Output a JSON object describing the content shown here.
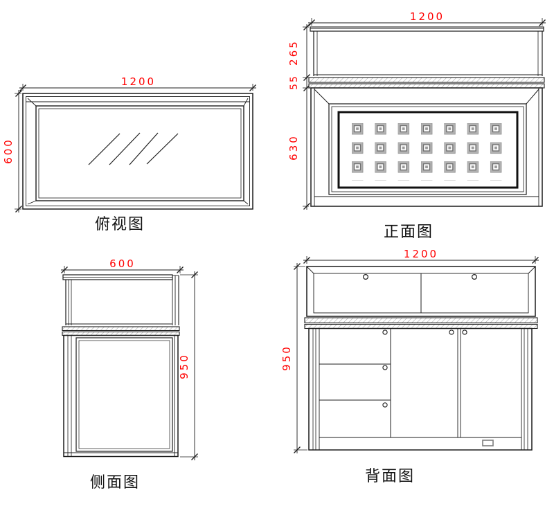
{
  "colors": {
    "dimension_text": "#ff0000",
    "line": "#1c1c1c"
  },
  "views": {
    "top": {
      "label": "俯视图",
      "width_mm": "1200",
      "depth_mm": "600"
    },
    "front": {
      "label": "正面图",
      "width_mm": "1200",
      "glass_mm": "265",
      "counter_mm": "55",
      "body_mm": "630"
    },
    "side": {
      "label": "侧面图",
      "width_mm": "600",
      "height_mm": "950"
    },
    "back": {
      "label": "背面图",
      "width_mm": "1200",
      "height_mm": "950"
    }
  }
}
